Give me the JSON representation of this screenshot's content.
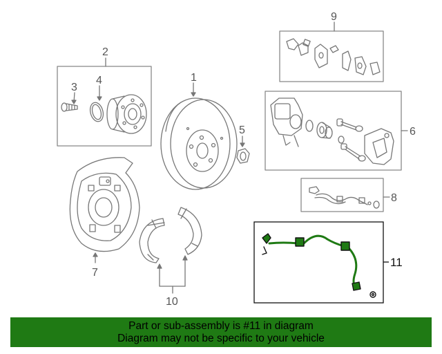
{
  "diagram": {
    "callouts": {
      "hub_assembly": "2",
      "hub_bolt": "3",
      "hub_oring": "4",
      "rotor": "1",
      "nut": "5",
      "backing_plate": "7",
      "parking_shoes": "10",
      "pad_set": "9",
      "caliper": "6",
      "brake_hose": "8",
      "abs_sensor": "11"
    },
    "highlight_color": "#1f7a14",
    "line_color": "#777777"
  },
  "banner": {
    "line1": "Part or sub-assembly is #11 in diagram",
    "line2": "Diagram may not be specific to your vehicle",
    "background": "#1f7a14"
  }
}
